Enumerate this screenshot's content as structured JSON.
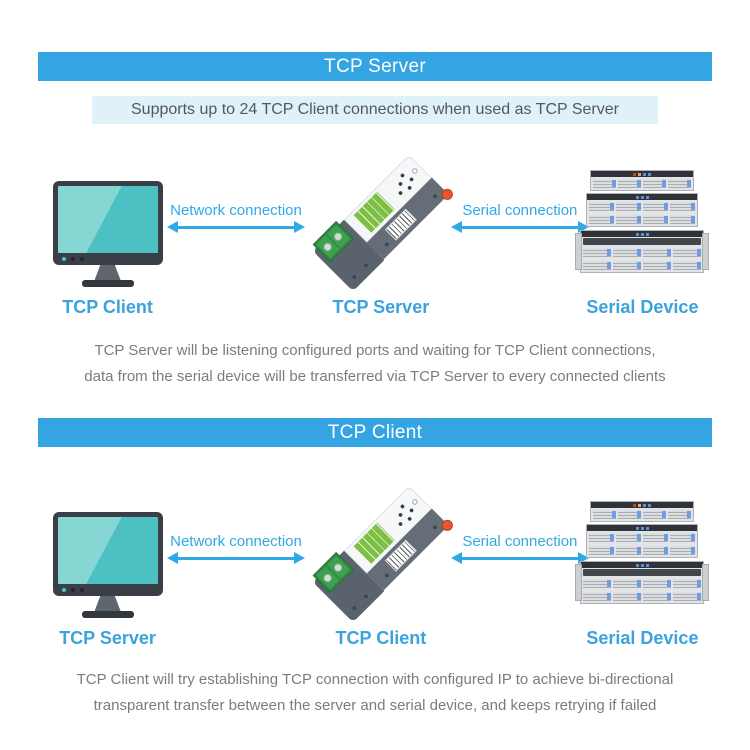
{
  "colors": {
    "banner_blue": "#35A4E2",
    "subbanner_bg": "#DFF1F9",
    "label_blue": "#3BA2DC",
    "arrow_blue": "#2FA9E8",
    "description_gray": "#7C7C7C",
    "screen_teal": "#4CC0C3",
    "sticker_green": "#7CBF43",
    "terminal_green": "#2F8C41",
    "antenna_orange": "#E8562E"
  },
  "sections": [
    {
      "title": "TCP Server",
      "subtitle": "Supports up to 24 TCP Client connections when used as TCP Server",
      "left_label": "TCP Client",
      "center_label": "TCP Server",
      "right_label": "Serial Device",
      "network_connection_label": "Network connection",
      "serial_connection_label": "Serial connection",
      "description_line1": "TCP Server will be listening configured ports and waiting for TCP Client connections,",
      "description_line2": "data from the serial device will be transferred via TCP Server to every connected clients"
    },
    {
      "title": "TCP Client",
      "left_label": "TCP Server",
      "center_label": "TCP Client",
      "right_label": "Serial Device",
      "network_connection_label": "Network connection",
      "serial_connection_label": "Serial connection",
      "description_line1": "TCP Client will try establishing TCP connection with configured IP to achieve bi-directional",
      "description_line2": "transparent transfer between the server and serial device, and keeps retrying if failed"
    }
  ]
}
